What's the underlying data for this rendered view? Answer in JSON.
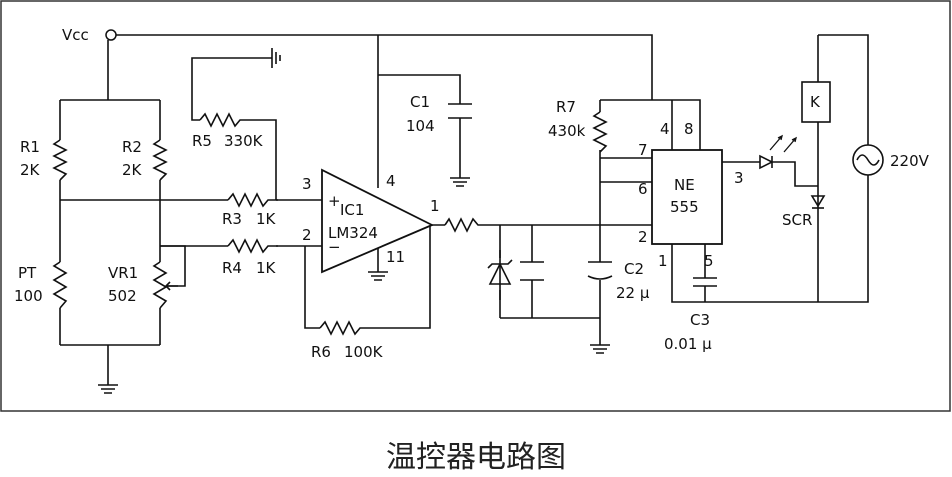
{
  "labels": {
    "vcc": "Vcc",
    "r1": "R1",
    "r1v": "2K",
    "r2": "R2",
    "r2v": "2K",
    "pt": "PT",
    "ptv": "100",
    "vr1": "VR1",
    "vr1v": "502",
    "r5": "R5",
    "r5v": "330K",
    "r3": "R3",
    "r3v": "1K",
    "r4": "R4",
    "r4v": "1K",
    "r6": "R6",
    "r6v": "100K",
    "ic1": "IC1",
    "ic1v": "LM324",
    "pin3": "3",
    "pin2": "2",
    "pin4": "4",
    "pin11": "11",
    "pin1": "1",
    "plus": "+",
    "minus": "−",
    "c1": "C1",
    "c1v": "104",
    "r7": "R7",
    "r7v": "430k",
    "ne": "NE",
    "nev": "555",
    "np4": "4",
    "np8": "8",
    "np7": "7",
    "np6": "6",
    "np2": "2",
    "np1": "1",
    "np5": "5",
    "np3": "3",
    "c2": "C2",
    "c2v": "22 μ",
    "c3": "C3",
    "c3v": "0.01 μ",
    "k": "K",
    "scr": "SCR",
    "ac": "220V"
  },
  "caption": "温控器电路图"
}
